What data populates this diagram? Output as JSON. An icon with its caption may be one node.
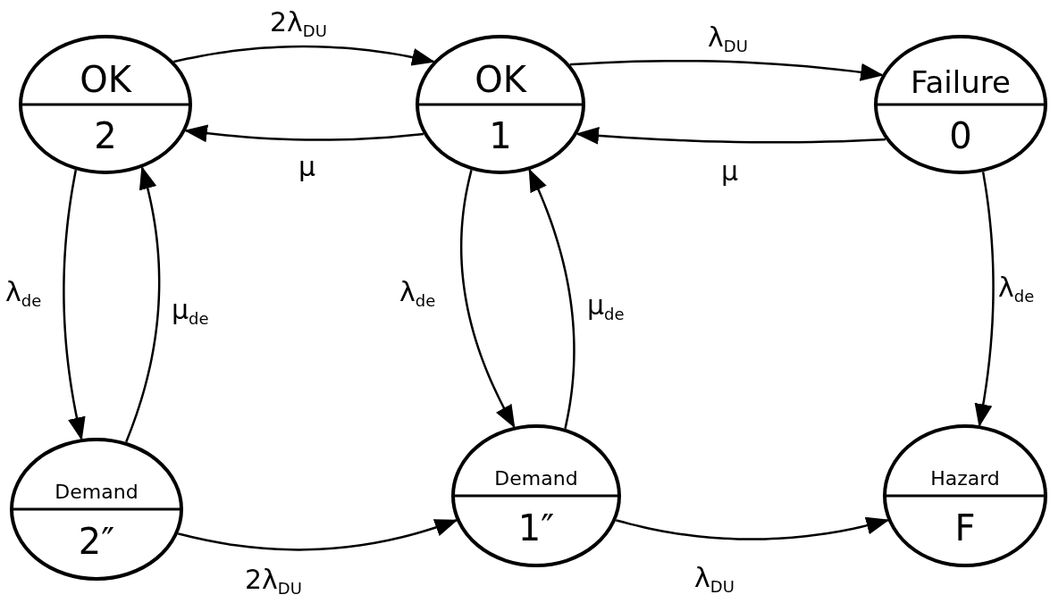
{
  "diagram": {
    "nodes": [
      {
        "text": [
          "OK",
          "2"
        ]
      },
      {
        "text": [
          "OK",
          "1"
        ]
      },
      {
        "text": [
          "Failure",
          "0"
        ]
      },
      {
        "text": [
          "Demand",
          "2″"
        ]
      },
      {
        "text": [
          "Demand",
          "1″"
        ]
      },
      {
        "text": [
          "Hazard",
          "F"
        ]
      }
    ],
    "edges": [
      {
        "from": 0,
        "to": 1,
        "arrow": "to",
        "label": "2λ$_{DU}$"
      },
      {
        "from": 1,
        "to": 0,
        "arrow": "to",
        "label": "μ"
      },
      {
        "from": 1,
        "to": 2,
        "arrow": "to",
        "label": "λ$_{DU}$"
      },
      {
        "from": 2,
        "to": 1,
        "arrow": "to",
        "label": "μ"
      },
      {
        "from": 0,
        "to": 3,
        "arrow": "to",
        "label": "λ$_{de}$"
      },
      {
        "from": 3,
        "to": 0,
        "arrow": "to",
        "label": "μ$_{de}$"
      },
      {
        "from": 1,
        "to": 4,
        "arrow": "to",
        "label": "λ$_{de}$"
      },
      {
        "from": 4,
        "to": 1,
        "arrow": "to",
        "label": "μ$_{de}$"
      },
      {
        "from": 2,
        "to": 5,
        "arrow": "to",
        "label": "λ$_{de}$"
      },
      {
        "from": 3,
        "to": 4,
        "arrow": "to",
        "label": "2λ$_{DU}$"
      },
      {
        "from": 4,
        "to": 5,
        "arrow": "to",
        "label": "λ$_{DU}$"
      }
    ]
  }
}
